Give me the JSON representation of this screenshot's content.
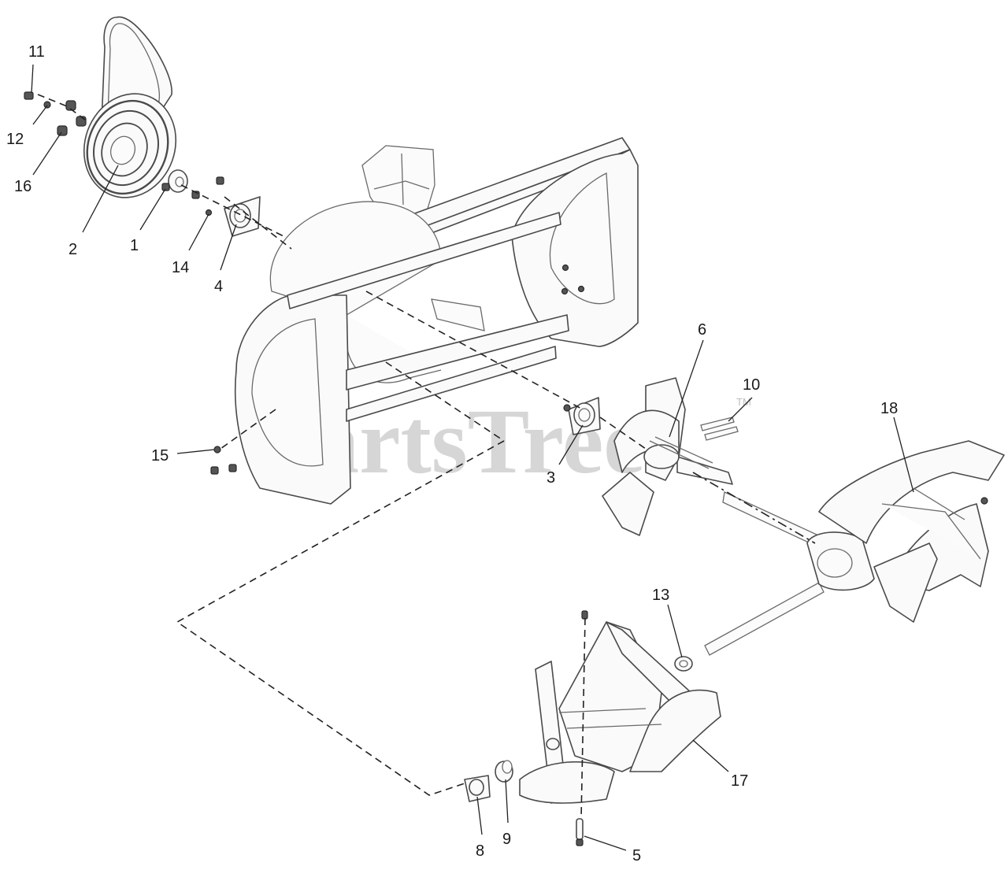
{
  "watermark": {
    "text": "PartsTree",
    "trademark": "TM"
  },
  "callouts": [
    "11",
    "12",
    "16",
    "2",
    "1",
    "14",
    "4",
    "6",
    "10",
    "18",
    "15",
    "3",
    "13",
    "17",
    "8",
    "9",
    "5"
  ]
}
